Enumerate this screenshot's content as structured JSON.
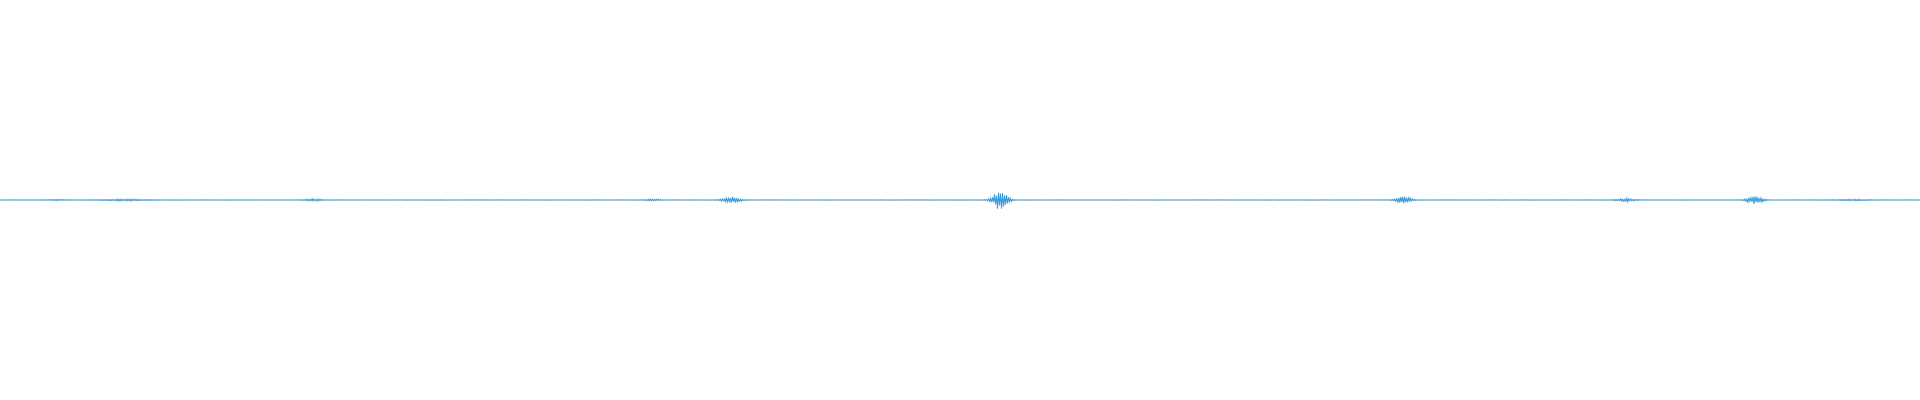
{
  "waveform": {
    "color": "#3a9ad9",
    "baseline_color": "#5aaee6",
    "sample_count": 1920,
    "amplitude_range": [
      -1,
      1
    ],
    "bursts": [
      {
        "center": 0.03,
        "width": 0.004,
        "peak": 0.006
      },
      {
        "center": 0.065,
        "width": 0.012,
        "peak": 0.008
      },
      {
        "center": 0.163,
        "width": 0.004,
        "peak": 0.012
      },
      {
        "center": 0.34,
        "width": 0.004,
        "peak": 0.008
      },
      {
        "center": 0.381,
        "width": 0.005,
        "peak": 0.03
      },
      {
        "center": 0.521,
        "width": 0.004,
        "peak": 0.1
      },
      {
        "center": 0.731,
        "width": 0.004,
        "peak": 0.035
      },
      {
        "center": 0.847,
        "width": 0.005,
        "peak": 0.015
      },
      {
        "center": 0.914,
        "width": 0.004,
        "peak": 0.045
      },
      {
        "center": 0.965,
        "width": 0.008,
        "peak": 0.006
      }
    ],
    "noise_floor": 0.0025
  }
}
